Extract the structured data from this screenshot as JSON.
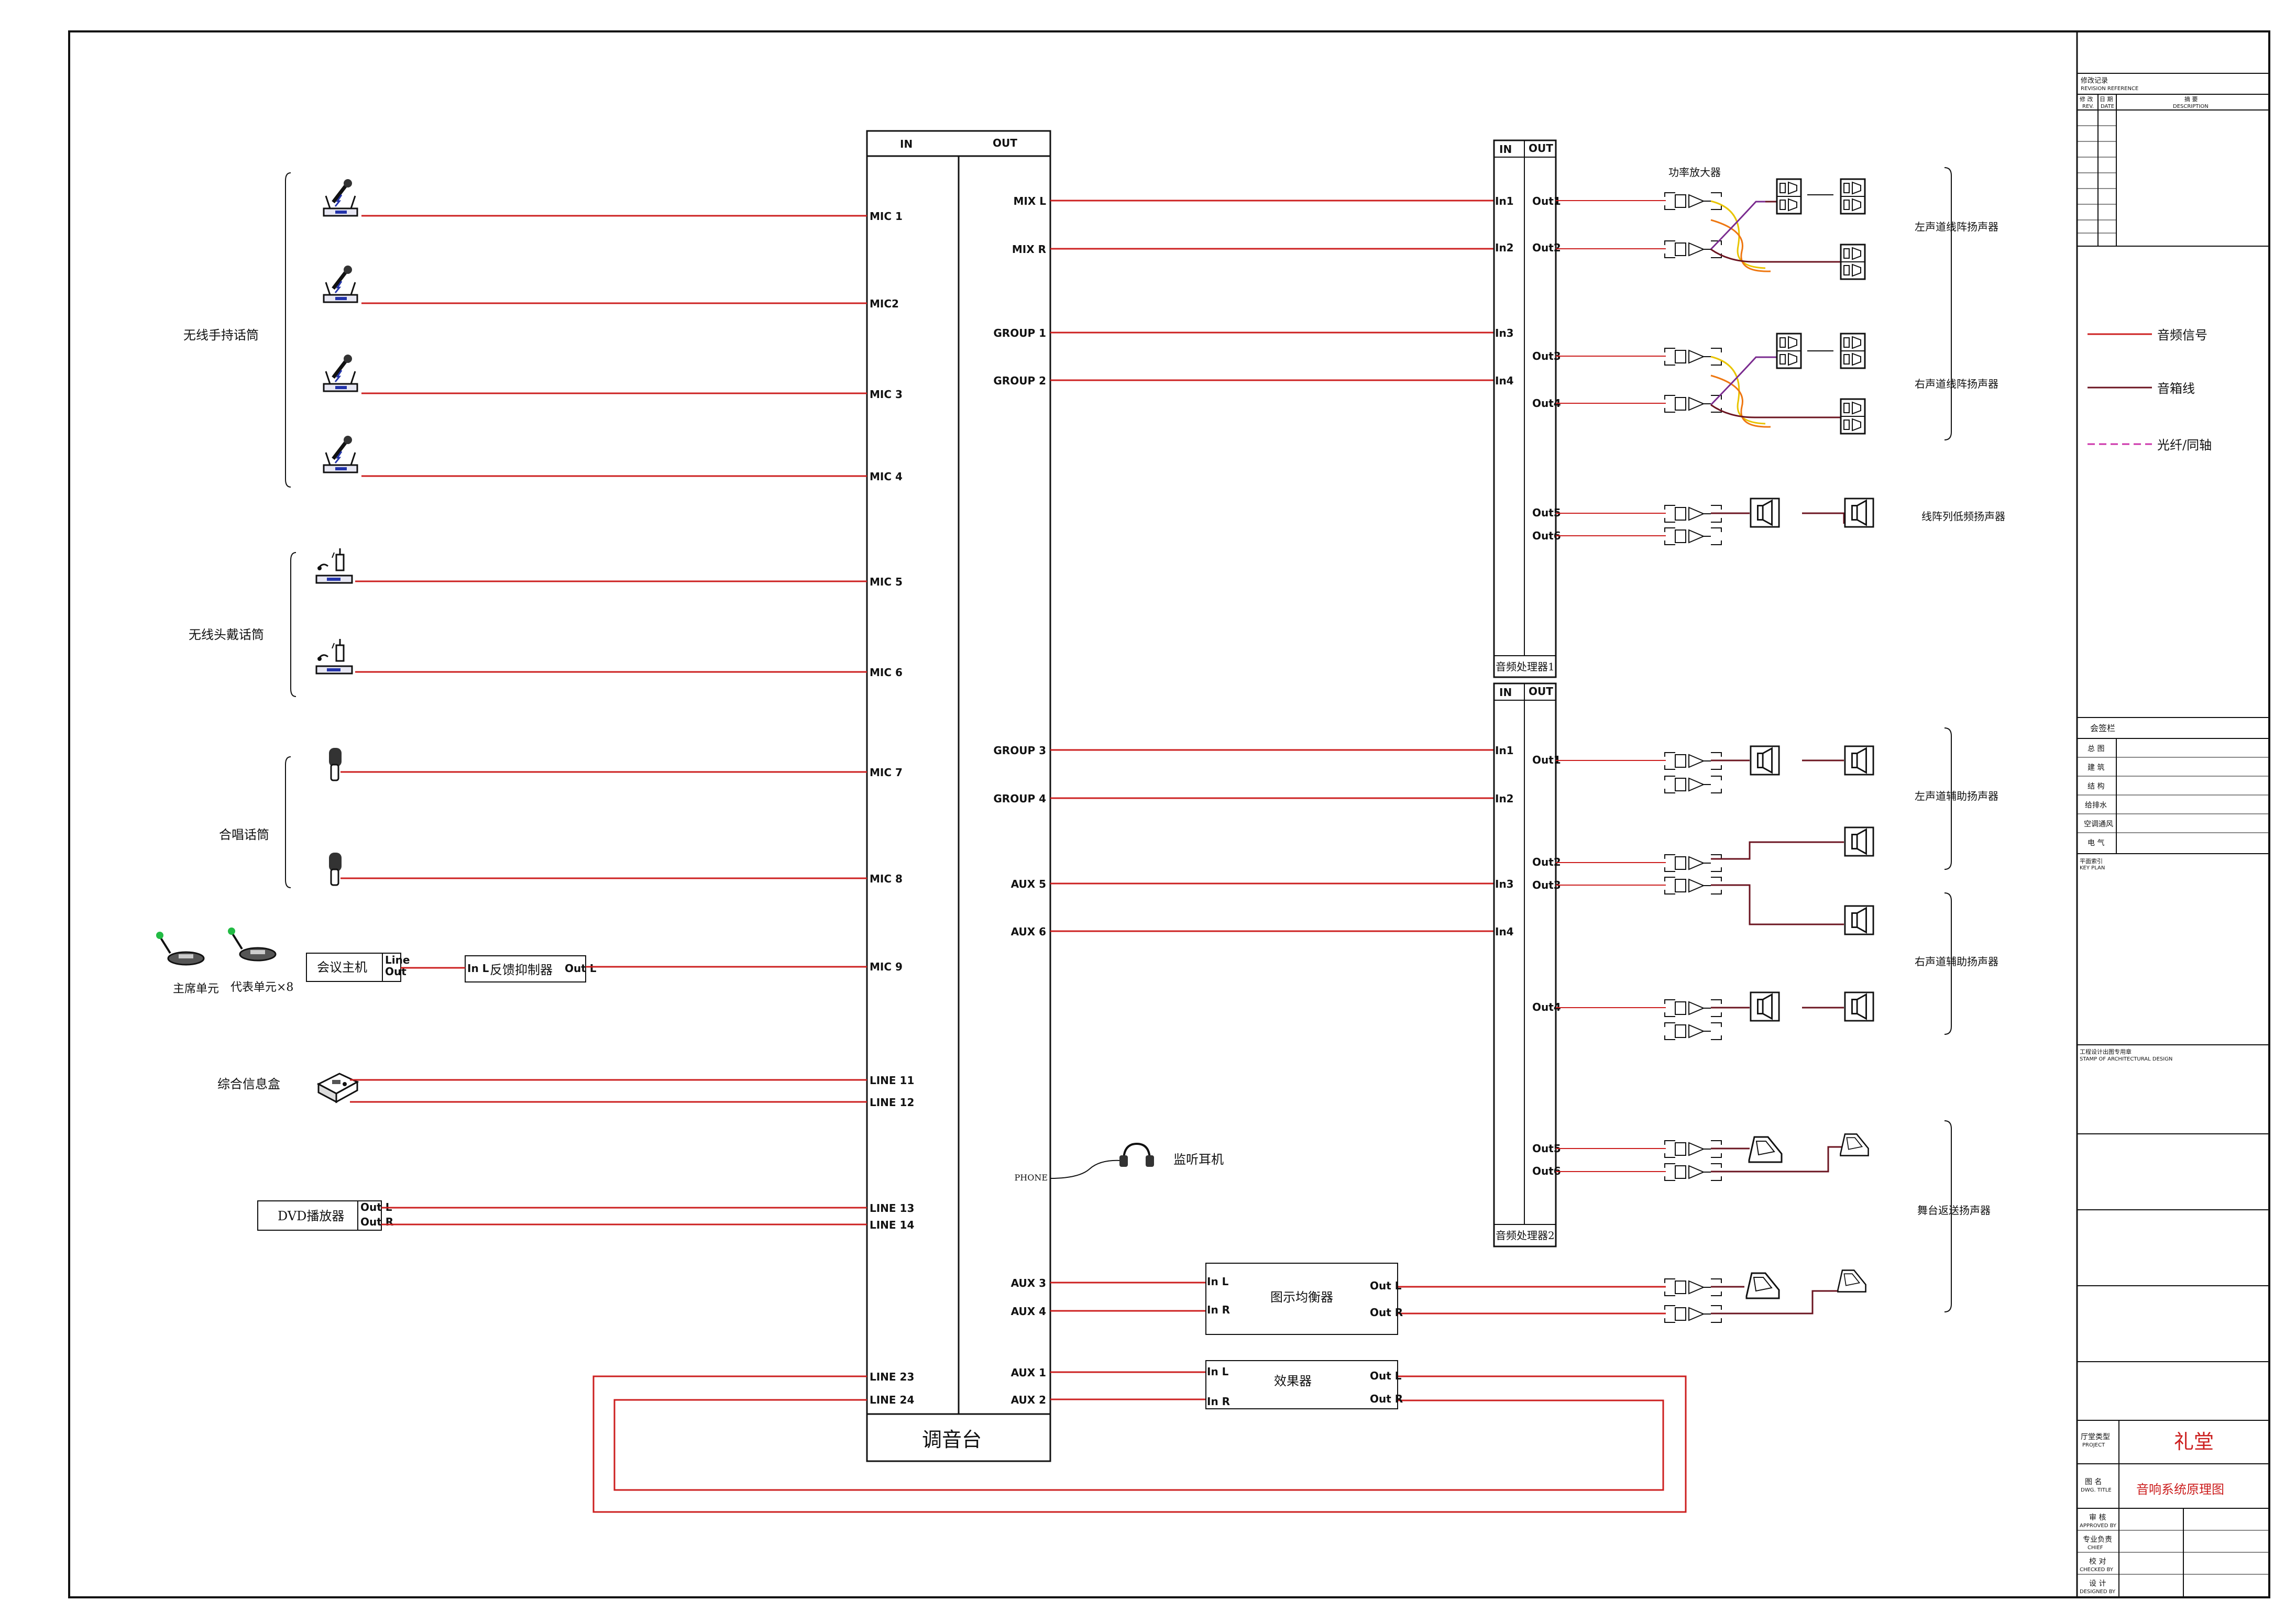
{
  "mixer": {
    "title": "调音台",
    "col_in": "IN",
    "col_out": "OUT",
    "inputs": [
      "MIC 1",
      "MIC2",
      "MIC 3",
      "MIC 4",
      "MIC 5",
      "MIC 6",
      "MIC 7",
      "MIC 8",
      "MIC 9",
      "LINE 11",
      "LINE 12",
      "LINE 13",
      "LINE 14",
      "LINE 23",
      "LINE 24"
    ],
    "outputs": [
      "MIX L",
      "MIX R",
      "GROUP 1",
      "GROUP 2",
      "GROUP 3",
      "GROUP 4",
      "AUX 5",
      "AUX 6",
      "AUX 3",
      "AUX 4",
      "AUX 1",
      "AUX 2"
    ],
    "phone": "PHONE"
  },
  "sources": {
    "handheld_group": "无线手持话筒",
    "headset_group": "无线头戴话筒",
    "choir_group": "合唱话筒",
    "conference_host": "会议主机",
    "host_line": "Line",
    "host_out": "Out",
    "chairman_unit": "主席单元",
    "delegate_unit": "代表单元×8",
    "feedback_suppressor": "反馈抑制器",
    "fs_in": "In L",
    "fs_out": "Out L",
    "info_box": "综合信息盒",
    "dvd": "DVD播放器",
    "dvd_out_l": "Out L",
    "dvd_out_r": "Out R"
  },
  "processor1": {
    "col_in": "IN",
    "col_out": "OUT",
    "name": "音频处理器1",
    "ins": [
      "In1",
      "In2",
      "In3",
      "In4"
    ],
    "outs": [
      "Out1",
      "Out2",
      "Out3",
      "Out4",
      "Out5",
      "Out6"
    ]
  },
  "processor2": {
    "col_in": "IN",
    "col_out": "OUT",
    "name": "音频处理器2",
    "ins": [
      "In1",
      "In2",
      "In3",
      "In4"
    ],
    "outs": [
      "Out1",
      "Out2",
      "Out3",
      "Out4",
      "Out5",
      "Out6"
    ]
  },
  "speakers": {
    "amp_label": "功率放大器",
    "left_line_array": "左声道线阵扬声器",
    "right_line_array": "右声道线阵扬声器",
    "line_array_sub": "线阵列低频扬声器",
    "left_aux": "左声道辅助扬声器",
    "right_aux": "右声道辅助扬声器",
    "stage_monitor": "舞台返送扬声器"
  },
  "monitor": {
    "label": "监听耳机"
  },
  "eq": {
    "name": "图示均衡器",
    "in_l": "In L",
    "in_r": "In R",
    "out_l": "Out L",
    "out_r": "Out R"
  },
  "effects": {
    "name": "效果器",
    "in_l": "In L",
    "in_r": "In R",
    "out_l": "Out L",
    "out_r": "Out R"
  },
  "legend": {
    "audio": "音频信号",
    "speaker": "音箱线",
    "fiber": "光纤/同轴"
  },
  "title_block": {
    "revision": "修改记录",
    "revision_en": "REVISION REFERENCE",
    "rev_no": "修 改",
    "rev_no_en": "REV.",
    "date": "日 期",
    "date_en": "DATE",
    "desc": "摘 要",
    "desc_en": "DESCRIPTION",
    "sign": "会签栏",
    "disciplines": [
      "总 图",
      "建 筑",
      "结 构",
      "给排水",
      "空调通风",
      "电 气"
    ],
    "key_plan": "平面索引",
    "key_plan_en": "KEY PLAN",
    "stamp": "工程设计出图专用章",
    "stamp_en": "STAMP OF ARCHITECTURAL DESIGN",
    "project_label": "厅堂类型",
    "project_label_en": "PROJECT",
    "project": "礼堂",
    "dwg_label": "图 名",
    "dwg_label_en": "DWG. TITLE",
    "dwg_title": "音响系统原理图",
    "roles": [
      "审 核",
      "专业负责",
      "校 对",
      "设 计"
    ],
    "roles_en": [
      "APPROVED BY",
      "CHIEF",
      "CHECKED BY",
      "DESIGNED BY"
    ]
  },
  "colors": {
    "audio": "#cc1f1f",
    "speaker": "#6b1420",
    "fiber": "#cc33aa",
    "ink": "#111111"
  }
}
